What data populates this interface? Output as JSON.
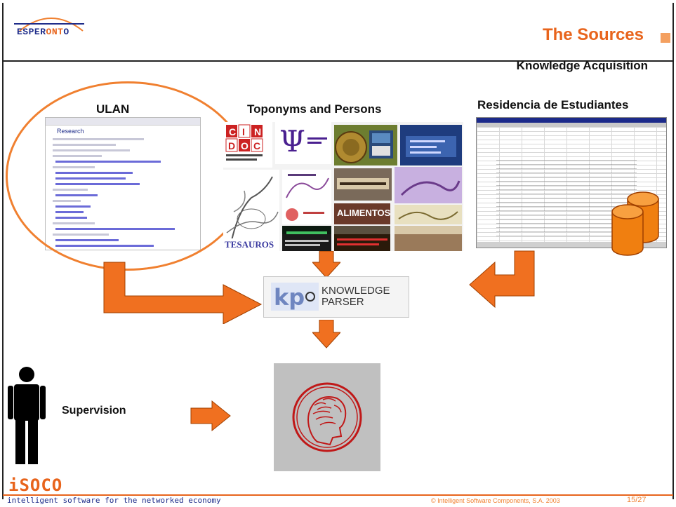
{
  "logo": {
    "text_a": "ESPER",
    "text_b": "ONT",
    "text_c": "O"
  },
  "title": "The Sources",
  "subtitle": "Knowledge Acquisition",
  "columns": {
    "ulan": "ULAN",
    "toponyms": "Toponyms and Persons",
    "residencia": "Residencia de Estudiantes"
  },
  "ulan_screenshot": {
    "heading": "Research"
  },
  "collage": {
    "cindoc": "CINDOC",
    "tesauros": "TESAUROS",
    "alimentos": "ALIMENTOS"
  },
  "parser": {
    "line1": "KNOWLEDGE",
    "line2": "PARSER",
    "mark": "kp"
  },
  "supervision": "Supervision",
  "footer": {
    "brand": "iSOCO",
    "tagline": "intelligent software for the networked economy",
    "copyright": "© Intelligent Software Components, S.A. 2003",
    "page": "15/27"
  },
  "colors": {
    "accent": "#e8641c",
    "arrow": "#f07020",
    "navy": "#1f2d8a"
  }
}
